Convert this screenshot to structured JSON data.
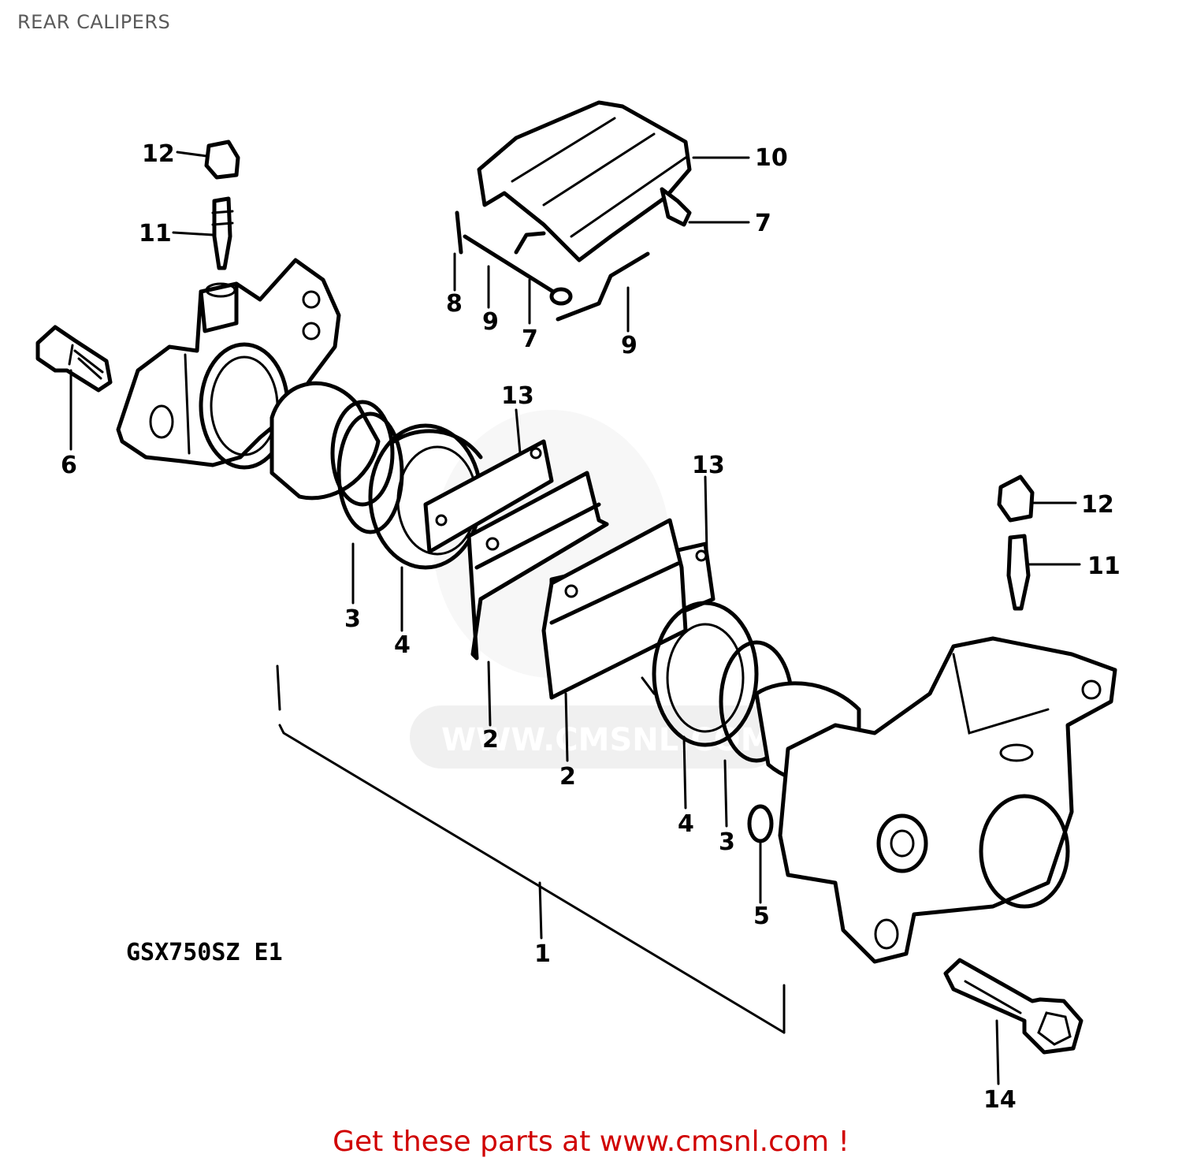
{
  "page": {
    "title": "REAR CALIPERS"
  },
  "diagram": {
    "model_code": "GSX750SZ E1",
    "watermark": "WWW.CMSNL.COM",
    "callouts": {
      "c1": "1",
      "c2a": "2",
      "c2b": "2",
      "c3a": "3",
      "c3b": "3",
      "c4a": "4",
      "c4b": "4",
      "c5": "5",
      "c6": "6",
      "c7a": "7",
      "c7b": "7",
      "c8": "8",
      "c9a": "9",
      "c9b": "9",
      "c10": "10",
      "c11a": "11",
      "c11b": "11",
      "c12a": "12",
      "c12b": "12",
      "c13a": "13",
      "c13b": "13",
      "c14": "14"
    }
  },
  "footer": {
    "cta": "Get these parts at www.cmsnl.com !"
  },
  "colors": {
    "cta": "#d00000",
    "title": "#5a5a5a",
    "line": "#000000"
  }
}
